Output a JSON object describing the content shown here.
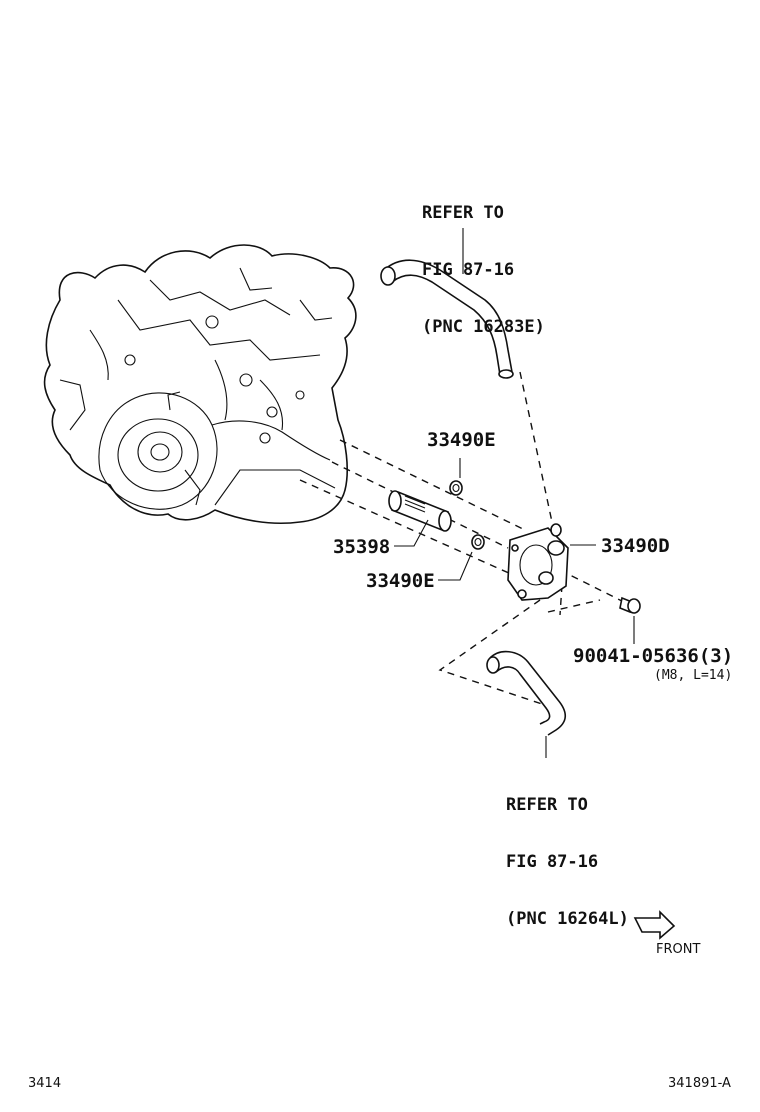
{
  "callouts": {
    "ref_top": [
      "REFER TO",
      "FIG 87-16",
      "(PNC 16283E)"
    ],
    "ref_bottom": [
      "REFER TO",
      "FIG 87-16",
      "(PNC 16264L)"
    ],
    "part_33490E_upper": "33490E",
    "part_35398": "35398",
    "part_33490E_lower": "33490E",
    "part_33490D": "33490D",
    "part_bolt": "90041-05636(3)",
    "bolt_spec": "(M8, L=14)"
  },
  "front_indicator": {
    "label": "FRONT",
    "icon": "front-arrow-icon"
  },
  "footer": {
    "page_code": "3414",
    "figure_code": "341891-A"
  }
}
